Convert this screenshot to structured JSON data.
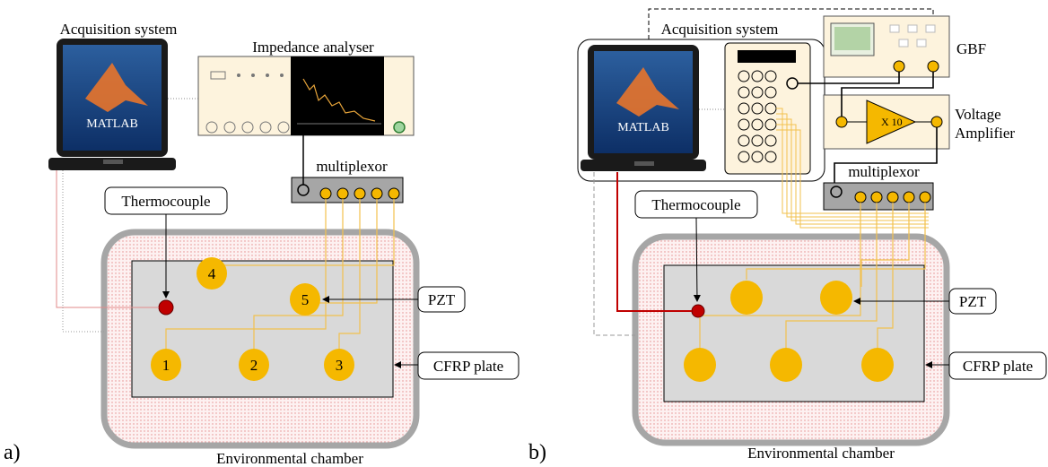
{
  "panel_a": {
    "tag": "a)",
    "acquisition_label": "Acquisition system",
    "impedance_label": "Impedance analyser",
    "multiplexor_label": "multiplexor",
    "thermocouple_label": "Thermocouple",
    "pzt_label": "PZT",
    "plate_label": "CFRP plate",
    "chamber_label": "Environmental chamber",
    "matlab_text": "MATLAB",
    "pzt_numbers": [
      "1",
      "2",
      "3",
      "4",
      "5"
    ]
  },
  "panel_b": {
    "tag": "b)",
    "acquisition_label": "Acquisition system",
    "gbf_label": "GBF",
    "amplifier_label_1": "Voltage",
    "amplifier_label_2": "Amplifier",
    "gain_label": "X 10",
    "multiplexor_label": "multiplexor",
    "thermocouple_label": "Thermocouple",
    "pzt_label": "PZT",
    "plate_label": "CFRP plate",
    "chamber_label": "Environmental chamber",
    "matlab_text": "MATLAB"
  },
  "colors": {
    "pzt": "#f5b800",
    "thermocouple": "#c00000",
    "plate": "#d9d9d9",
    "chamber_border": "#a6a6a6",
    "chamber_fill": "#fbe9e9",
    "wire_yellow": "#f2c14e",
    "wire_red": "#c00000",
    "multiplexor": "#a6a6a6",
    "device_panel": "#fdf3dd"
  }
}
